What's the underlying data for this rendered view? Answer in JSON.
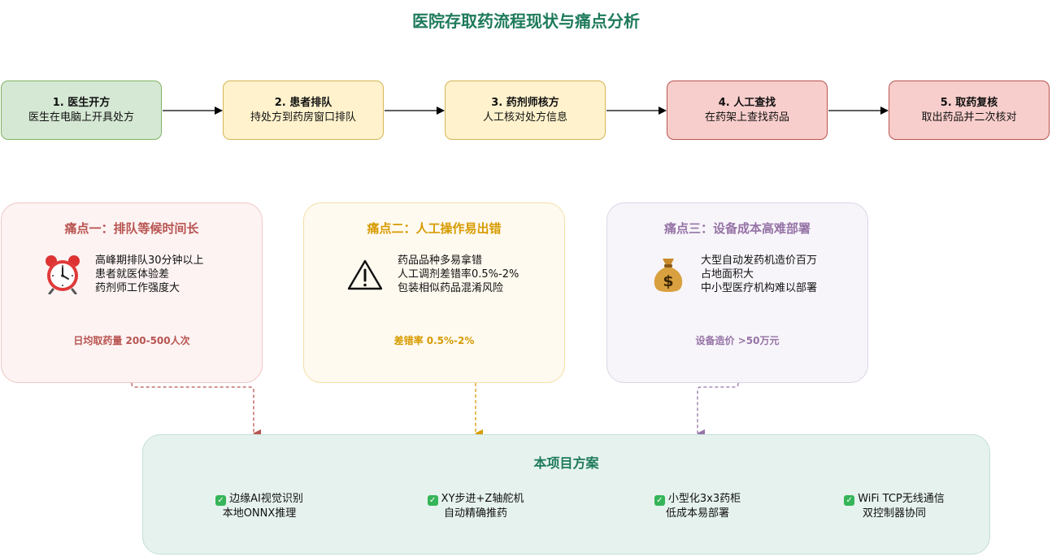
{
  "title": "医院存取药流程现状与痛点分析",
  "steps": [
    {
      "title": "1. 医生开方",
      "desc": "医生在电脑上开具处方"
    },
    {
      "title": "2. 患者排队",
      "desc": "持处方到药房窗口排队"
    },
    {
      "title": "3. 药剂师核方",
      "desc": "人工核对处方信息"
    },
    {
      "title": "4. 人工查找",
      "desc": "在药架上查找药品"
    },
    {
      "title": "5. 取药复核",
      "desc": "取出药品并二次核对"
    }
  ],
  "pains": [
    {
      "title": "痛点一：排队等候时间长",
      "icon": "alarm-clock-icon",
      "color": "#b85450",
      "lines": [
        "高峰期排队30分钟以上",
        "患者就医体验差",
        "药剂师工作强度大"
      ],
      "stat": "日均取药量 200-500人次"
    },
    {
      "title": "痛点二：人工操作易出错",
      "icon": "warning-icon",
      "color": "#d79b00",
      "lines": [
        "药品品种多易拿错",
        "人工调剂差错率0.5%-2%",
        "包装相似药品混淆风险"
      ],
      "stat": "差错率 0.5%-2%"
    },
    {
      "title": "痛点三：设备成本高难部署",
      "icon": "money-bag-icon",
      "color": "#9673a6",
      "lines": [
        "大型自动发药机造价百万",
        "占地面积大",
        "中小型医疗机构难以部署"
      ],
      "stat": "设备造价 >50万元"
    }
  ],
  "solution": {
    "title": "本项目方案",
    "items": [
      {
        "line1": "边缘AI视觉识别",
        "line2": "本地ONNX推理"
      },
      {
        "line1": "XY步进+Z轴舵机",
        "line2": "自动精确推药"
      },
      {
        "line1": "小型化3x3药柜",
        "line2": "低成本易部署"
      },
      {
        "line1": "WiFi TCP无线通信",
        "line2": "双控制器协同"
      }
    ]
  },
  "colors": {
    "title": "#1e7a5c",
    "green_fill": "#d5e8d4",
    "green_stroke": "#82b366",
    "yellow_fill": "#fff2cc",
    "yellow_stroke": "#d6b656",
    "red_fill": "#f8cecc",
    "red_stroke": "#b85450"
  }
}
